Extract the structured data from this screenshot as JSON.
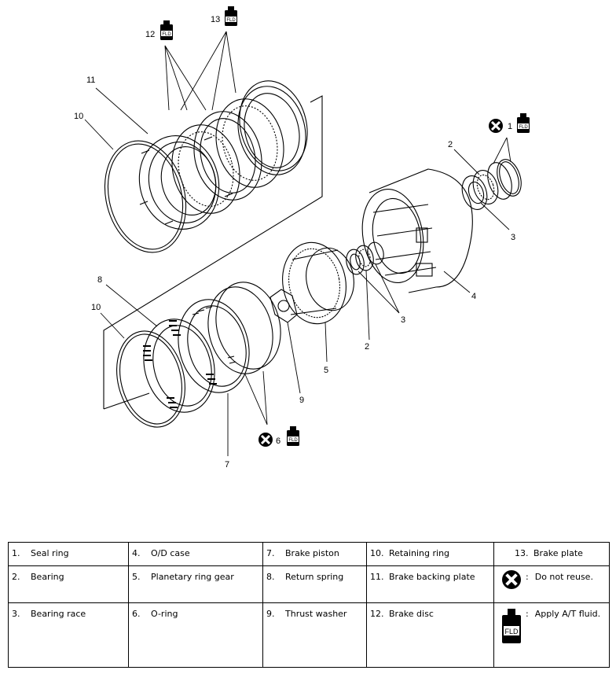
{
  "callouts": {
    "c1": "1",
    "c2a": "2",
    "c2b": "2",
    "c3a": "3",
    "c3b": "3",
    "c4": "4",
    "c5": "5",
    "c6": "6",
    "c7": "7",
    "c8": "8",
    "c9": "9",
    "c10a": "10",
    "c10b": "10",
    "c11": "11",
    "c12": "12",
    "c13": "13"
  },
  "icons": {
    "no_reuse": "do-not-reuse-icon",
    "fluid": "fluid-bottle-icon",
    "fluid_label": "FLD"
  },
  "legend": {
    "row1": [
      {
        "num": "1.",
        "label": "Seal ring"
      },
      {
        "num": "4.",
        "label": "O/D case"
      },
      {
        "num": "7.",
        "label": "Brake piston"
      },
      {
        "num": "10.",
        "label": "Retaining ring"
      },
      {
        "num": "13.",
        "label": "Brake plate"
      }
    ],
    "row2": [
      {
        "num": "2.",
        "label": "Bearing"
      },
      {
        "num": "5.",
        "label": "Planetary ring gear"
      },
      {
        "num": "8.",
        "label": "Return spring"
      },
      {
        "num": "11.",
        "label": "Brake backing plate"
      },
      {
        "label": "Do not reuse."
      }
    ],
    "row3": [
      {
        "num": "3.",
        "label": "Bearing race"
      },
      {
        "num": "6.",
        "label": "O-ring"
      },
      {
        "num": "9.",
        "label": "Thrust washer"
      },
      {
        "num": "12.",
        "label": "Brake disc"
      },
      {
        "label": "Apply A/T fluid."
      }
    ],
    "colon": ":"
  }
}
